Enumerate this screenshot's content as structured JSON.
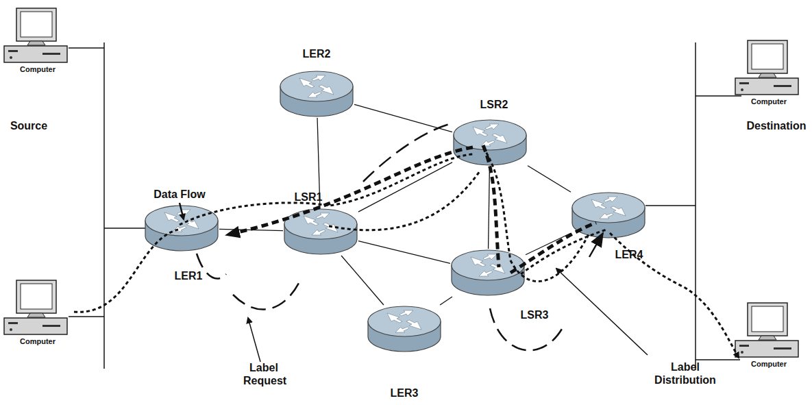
{
  "diagram": {
    "nodes": [
      {
        "text": [
          "Computer"
        ]
      },
      {
        "text": [
          "LER2"
        ]
      },
      {
        "text": [
          "LSR2"
        ]
      },
      {
        "text": [
          "LSR1"
        ]
      },
      {
        "text": [
          "LER1"
        ]
      },
      {
        "text": [
          "LER4"
        ]
      },
      {
        "text": [
          "LSR3"
        ]
      },
      {
        "text": [
          "LER3"
        ]
      },
      {
        "text": [
          "Computer"
        ]
      },
      {
        "text": [
          "Computer"
        ]
      },
      {
        "text": [
          "Computer"
        ]
      }
    ],
    "edges": [
      {
        "from": 1,
        "to": 3,
        "arrow": "none"
      },
      {
        "from": 1,
        "to": 2,
        "arrow": "none"
      },
      {
        "from": 4,
        "to": 3,
        "arrow": "none"
      },
      {
        "from": 3,
        "to": 2,
        "arrow": "none"
      },
      {
        "from": 3,
        "to": 6,
        "arrow": "none"
      },
      {
        "from": 3,
        "to": 7,
        "arrow": "none"
      },
      {
        "from": 7,
        "to": 6,
        "arrow": "none"
      },
      {
        "from": 2,
        "to": 6,
        "arrow": "none"
      },
      {
        "from": 2,
        "to": 5,
        "arrow": "none"
      },
      {
        "from": 6,
        "to": 5,
        "arrow": "none"
      }
    ],
    "labels": [
      "Source",
      "Destination",
      "Data Flow",
      "Label Request",
      "Label Distribution"
    ]
  }
}
